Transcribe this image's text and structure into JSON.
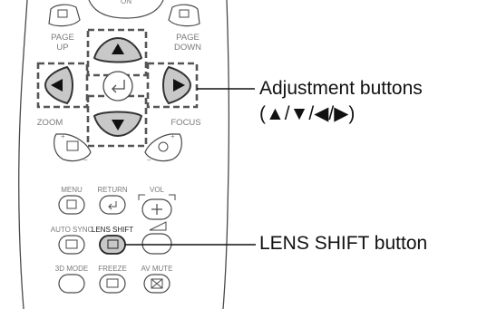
{
  "remote": {
    "top_label": "ON",
    "page_up": [
      "PAGE",
      "UP"
    ],
    "page_down": [
      "PAGE",
      "DOWN"
    ],
    "zoom": "ZOOM",
    "focus": "FOCUS",
    "menu": "MENU",
    "return": "RETURN",
    "vol": "VOL",
    "auto_sync": "AUTO SYNC",
    "lens_shift": "LENS SHIFT",
    "mode_3d": "3D MODE",
    "freeze": "FREEZE",
    "av_mute": "AV MUTE",
    "plus": "+",
    "minus": "–"
  },
  "callouts": {
    "adjustment_title": "Adjustment buttons",
    "adjustment_symbols": "(▲/▼/◀/▶)",
    "lens_shift_button": "LENS SHIFT button"
  },
  "colors": {
    "outline": "#4a4a4a",
    "button_fill": "#ffffff",
    "highlight_fill": "#c8c8c8",
    "label": "#7a7a7a",
    "text": "#111111"
  }
}
